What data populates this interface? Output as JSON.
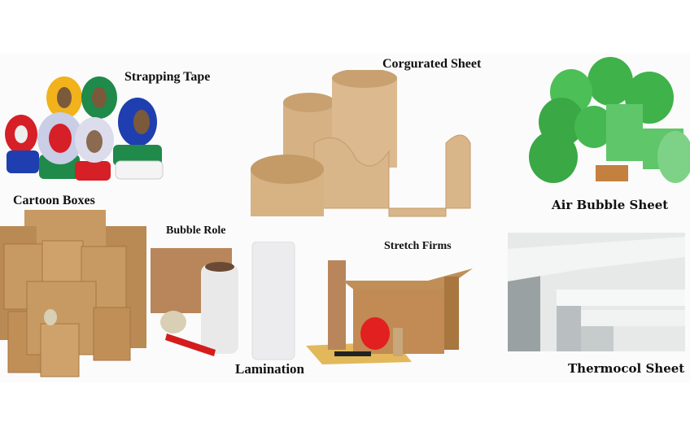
{
  "image": {
    "description": "Collage of packaging materials with labels",
    "background": "#ffffff"
  },
  "labels": {
    "strapping_tape": "Strapping Tape",
    "corrugated_sheet": "Corgurated Sheet",
    "air_bubble_sheet": "Air Bubble Sheet",
    "cartoon_boxes": "Cartoon Boxes",
    "bubble_role": "Bubble Role",
    "lamination": "Lamination",
    "stretch_firms": "Stretch Firms",
    "thermocol_sheet": "Thermocol Sheet"
  },
  "colors": {
    "cardboard": "#c79a63",
    "cardboard_dark": "#a8763f",
    "kraft": "#d9b58a",
    "bubble_green": "#3fb24a",
    "tape_red": "#d61f26",
    "tape_blue": "#1f3fb0",
    "tape_green": "#1f8a4a",
    "tape_yellow": "#f2b21b",
    "thermocol": "#eef0f0"
  }
}
